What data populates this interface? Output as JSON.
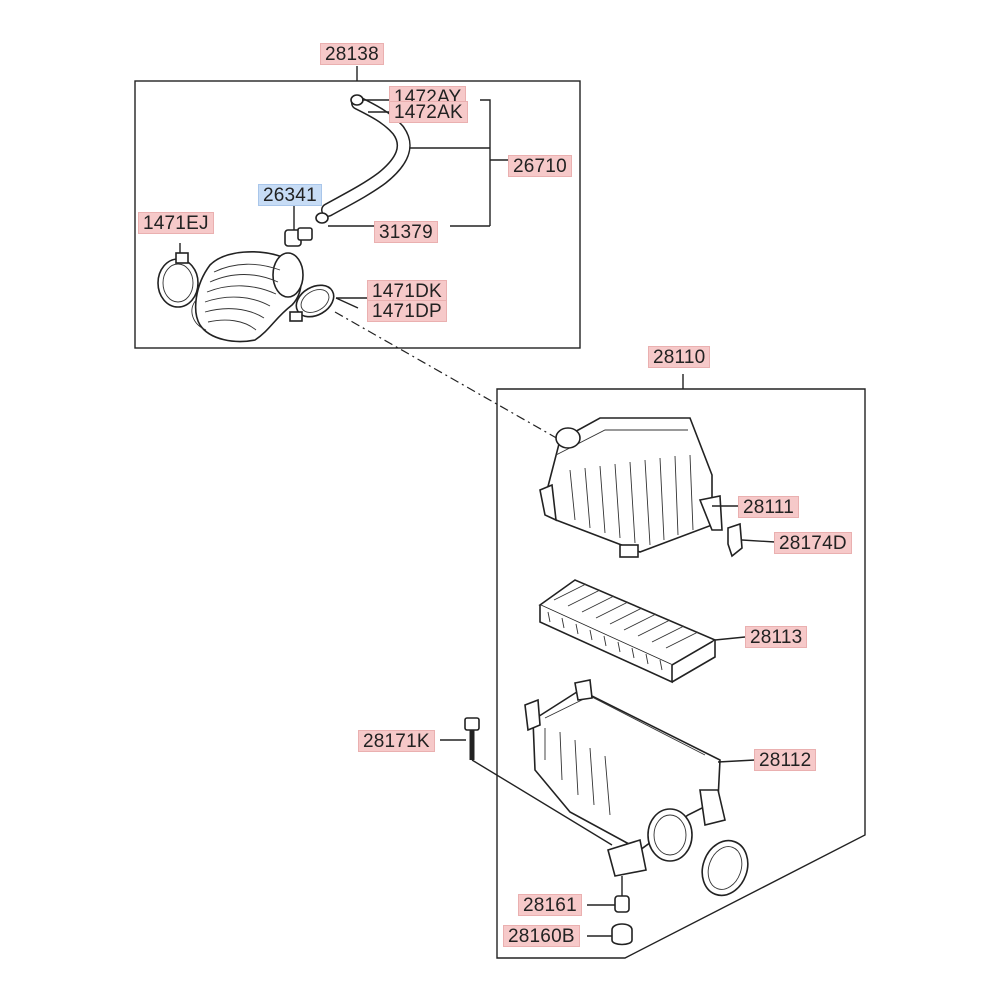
{
  "parts": {
    "p28138": "28138",
    "p1472AY": "1472AY",
    "p1472AK": "1472AK",
    "p26710": "26710",
    "p26341": "26341",
    "p31379": "31379",
    "p1471EJ": "1471EJ",
    "p1471DK": "1471DK",
    "p1471DP": "1471DP",
    "p28110": "28110",
    "p28111": "28111",
    "p28174D": "28174D",
    "p28113": "28113",
    "p28112": "28112",
    "p28171K": "28171K",
    "p28161": "28161",
    "p28160B": "28160B"
  },
  "colors": {
    "label_fill": "#f6c9c9",
    "highlight_fill": "#c7dcf5",
    "line": "#222222"
  }
}
